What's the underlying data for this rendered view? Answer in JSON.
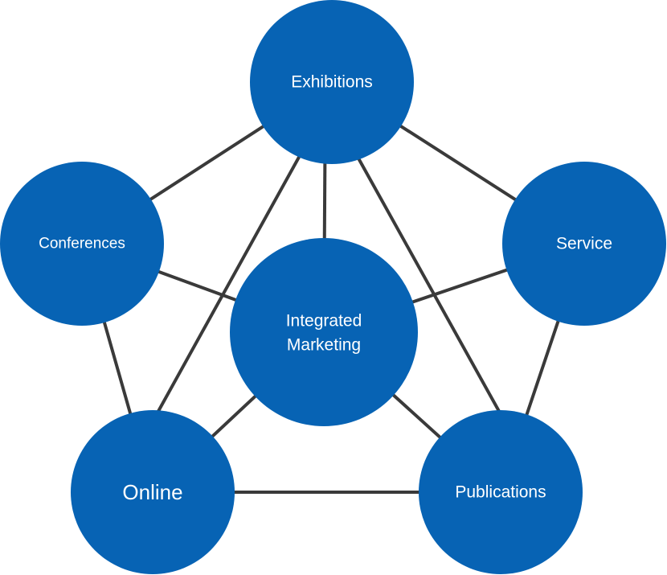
{
  "diagram": {
    "type": "network",
    "node_color": "#0763b4",
    "edge_color": "#3a3a3a",
    "label_color": "#ffffff",
    "nodes": [
      {
        "id": "exhibitions",
        "label": "Exhibitions"
      },
      {
        "id": "conferences",
        "label": "Conferences"
      },
      {
        "id": "service",
        "label": "Service"
      },
      {
        "id": "integrated",
        "label_lines": [
          "Integrated",
          "Marketing"
        ]
      },
      {
        "id": "online",
        "label": "Online"
      },
      {
        "id": "publications",
        "label": "Publications"
      }
    ],
    "edges": [
      [
        "exhibitions",
        "conferences"
      ],
      [
        "exhibitions",
        "service"
      ],
      [
        "exhibitions",
        "integrated"
      ],
      [
        "exhibitions",
        "online"
      ],
      [
        "exhibitions",
        "publications"
      ],
      [
        "conferences",
        "integrated"
      ],
      [
        "conferences",
        "online"
      ],
      [
        "service",
        "integrated"
      ],
      [
        "service",
        "publications"
      ],
      [
        "integrated",
        "online"
      ],
      [
        "integrated",
        "publications"
      ],
      [
        "online",
        "publications"
      ]
    ]
  }
}
